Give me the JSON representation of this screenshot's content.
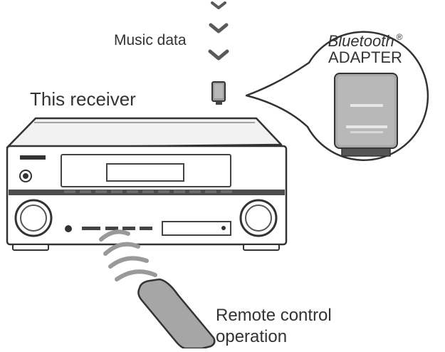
{
  "labels": {
    "music_data": "Music data",
    "this_receiver": "This receiver",
    "bt_name": "Bluetooth",
    "bt_reg": "®",
    "bt_adapter": "ADAPTER",
    "remote_line1": "Remote control",
    "remote_line2": "operation"
  },
  "icons": {
    "signal_chevrons": "downward-chevron-icon",
    "adapter": "bluetooth-adapter-icon",
    "receiver": "av-receiver-icon",
    "remote": "remote-control-icon",
    "ir_waves": "infrared-waves-icon"
  }
}
